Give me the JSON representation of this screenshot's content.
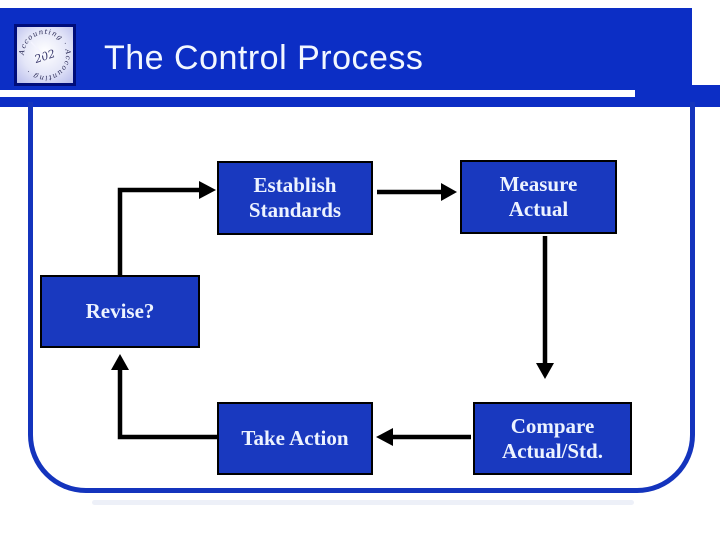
{
  "slide": {
    "title": "The Control Process",
    "logo": {
      "ring_text": "Accounting · Accounting ·",
      "center_text": "202"
    }
  },
  "diagram": {
    "nodes": [
      {
        "id": "establish-standards",
        "label": "Establish\nStandards"
      },
      {
        "id": "measure-actual",
        "label": "Measure\nActual"
      },
      {
        "id": "revise",
        "label": "Revise?"
      },
      {
        "id": "take-action",
        "label": "Take Action"
      },
      {
        "id": "compare-actual-std",
        "label": "Compare\nActual/Std."
      }
    ],
    "connectors": [
      "revise-to-establish",
      "establish-to-measure",
      "measure-to-compare",
      "compare-to-take-action",
      "take-action-to-revise"
    ],
    "colors": {
      "header_blue": "#0c2ec5",
      "box_blue": "#1939bf",
      "frame_blue": "#1434bd",
      "connector_black": "#000000",
      "text_white": "#edf3ff"
    }
  }
}
